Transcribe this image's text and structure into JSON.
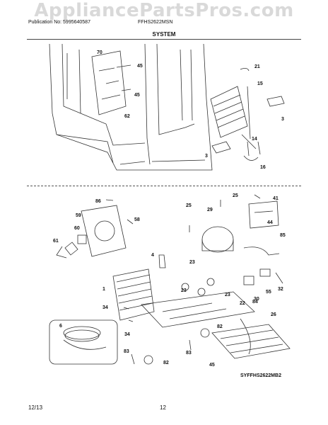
{
  "watermark": "AppliancePartsPros.com",
  "header": {
    "publication": "Publication No: 5995640587",
    "model": "FFHS2622MSN",
    "section_title": "SYSTEM"
  },
  "callouts": {
    "top": [
      "70",
      "45",
      "45",
      "62",
      "21",
      "15",
      "14",
      "3",
      "3",
      "16"
    ],
    "bottom": [
      "86",
      "59",
      "58",
      "60",
      "61",
      "25",
      "29",
      "25",
      "41",
      "44",
      "85",
      "4",
      "23",
      "1",
      "34",
      "23",
      "23",
      "55",
      "32",
      "30",
      "22",
      "26",
      "84",
      "6",
      "34",
      "82",
      "83",
      "83",
      "82",
      "45"
    ]
  },
  "diagram_code": "SYFFHS2622MB2",
  "footer": {
    "date": "12/13",
    "page": "12"
  }
}
